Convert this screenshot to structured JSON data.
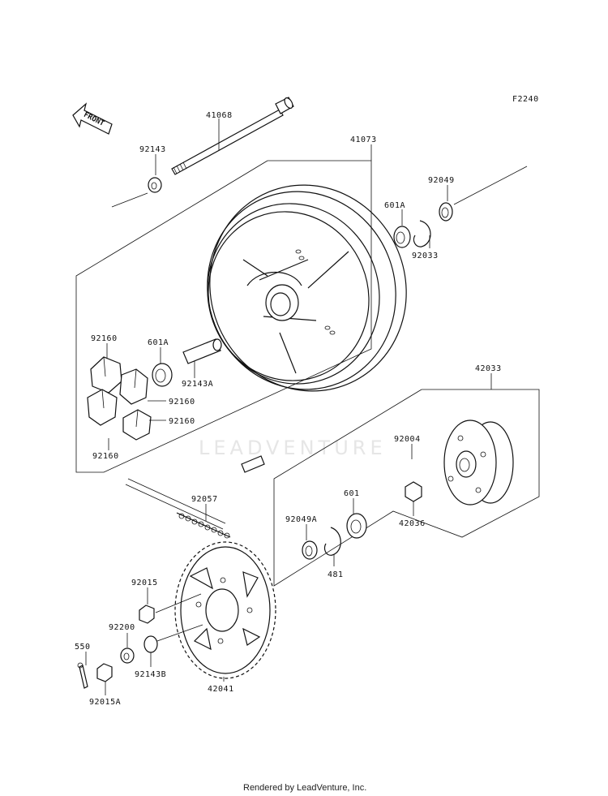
{
  "figure_code": "F2240",
  "front_arrow_label": "FRONT",
  "watermark": "LEADVENTURE",
  "footer": "Rendered by LeadVenture, Inc.",
  "labels": {
    "p41068": "41068",
    "p41073": "41073",
    "p92143": "92143",
    "p92049": "92049",
    "p601A_top": "601A",
    "p92033": "92033",
    "p92160_a": "92160",
    "p601A_mid": "601A",
    "p92143A": "92143A",
    "p92160_b": "92160",
    "p92160_c": "92160",
    "p92160_d": "92160",
    "p42033": "42033",
    "p92004": "92004",
    "p92057": "92057",
    "p601": "601",
    "p92049A": "92049A",
    "p481": "481",
    "p42036": "42036",
    "p92015": "92015",
    "p92200": "92200",
    "p550": "550",
    "p92143B": "92143B",
    "p42041": "42041",
    "p92015A": "92015A"
  }
}
